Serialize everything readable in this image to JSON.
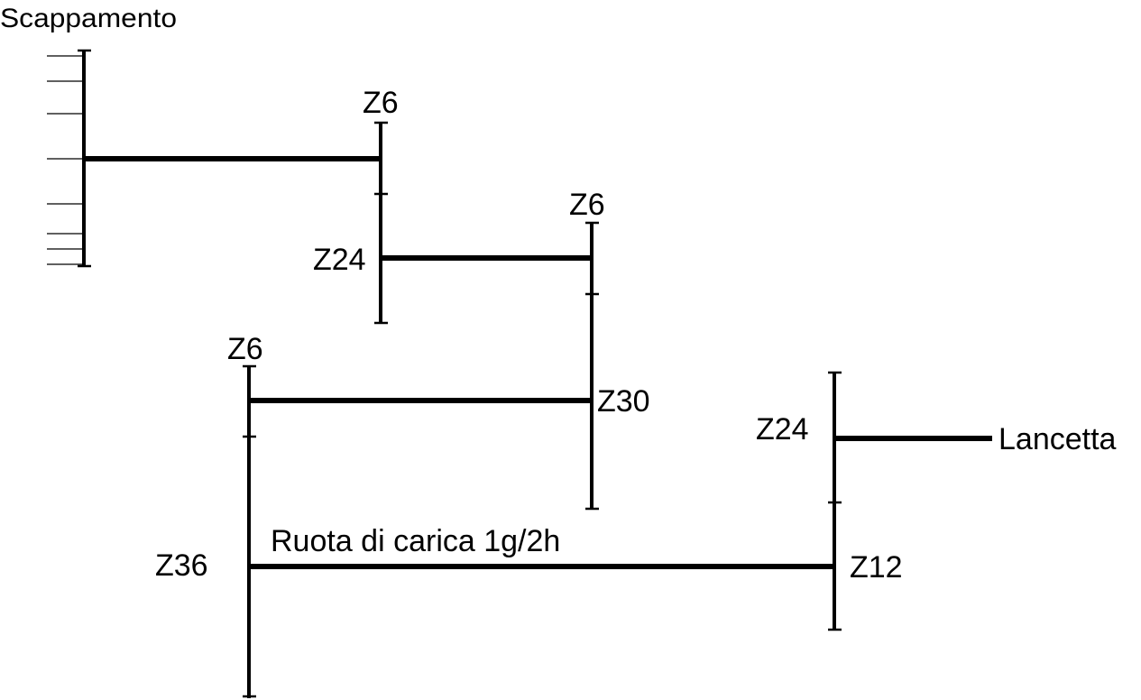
{
  "labels": {
    "escapement": "Scappamento",
    "hand": "Lancetta",
    "winding_wheel": "Ruota di carica 1g/2h",
    "gear_z6_a": "Z6",
    "gear_z24_a": "Z24",
    "gear_z6_b": "Z6",
    "gear_z30": "Z30",
    "gear_z6_c": "Z6",
    "gear_z36": "Z36",
    "gear_z24_b": "Z24",
    "gear_z12": "Z12"
  }
}
